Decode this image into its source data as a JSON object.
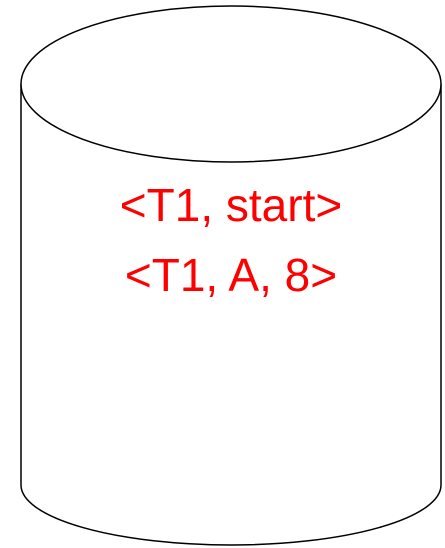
{
  "diagram": {
    "shape": "cylinder",
    "stroke_color": "#000000",
    "text_color": "#ff0000",
    "log_records": [
      "<T1, start>",
      "<T1, A, 8>"
    ]
  }
}
